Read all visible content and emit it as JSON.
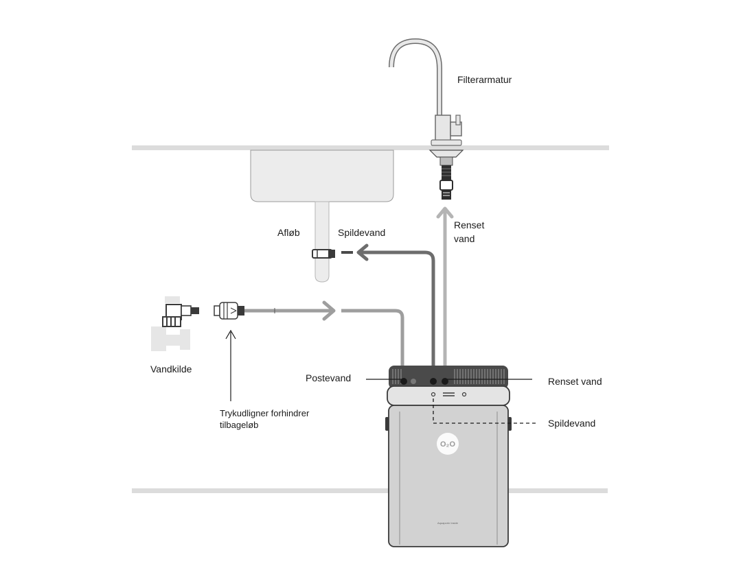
{
  "labels": {
    "faucet": "Filterarmatur",
    "purified_water_top_line1": "Renset",
    "purified_water_top_line2": "vand",
    "drain": "Afløb",
    "waste_water_top": "Spildevand",
    "water_source": "Vandkilde",
    "tap_water": "Postevand",
    "purified_water_right": "Renset vand",
    "waste_water_right": "Spildevand",
    "pressure_note_line1": "Trykudligner forhindrer",
    "pressure_note_line2": "tilbageløb"
  },
  "unit": {
    "logo_text": "O₂O",
    "brand_small": "Aquaporin Inside"
  },
  "colors": {
    "surface": "#dcdcdc",
    "sink": "#ececec",
    "sink_stroke": "#9a9a9a",
    "hose_tap": "#9e9e9e",
    "hose_waste": "#6d6d6d",
    "hose_clean": "#b4b4b4",
    "unit_body": "#d2d2d2",
    "unit_dark": "#3a3a3a",
    "text": "#1a1a1a"
  }
}
